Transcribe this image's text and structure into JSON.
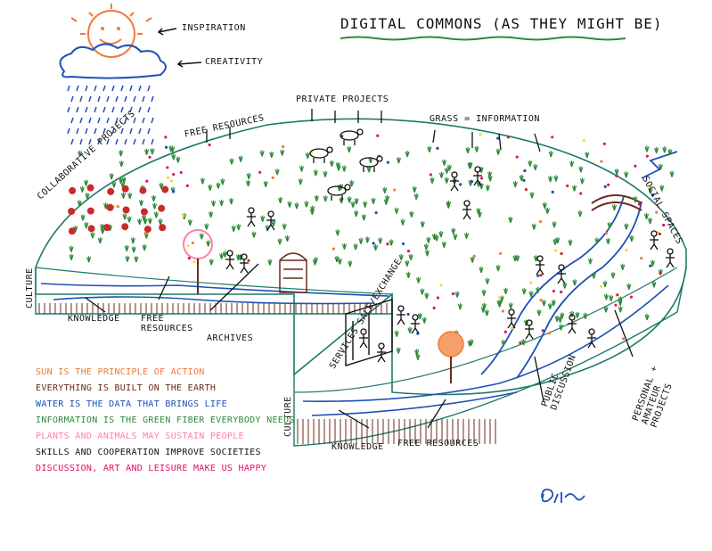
{
  "title": "DIGITAL COMMONS (AS THEY MIGHT BE)",
  "sky": {
    "inspiration": "INSPIRATION",
    "creativity": "CREATIVITY"
  },
  "top_labels": {
    "free_resources": "FREE RESOURCES",
    "private_projects": "PRIVATE PROJECTS",
    "grass_information": "GRASS = INFORMATION",
    "collaborative_projects": "COLLABORATIVE PROJECTS",
    "social_spaces": "SOCIAL SPACES"
  },
  "left_segment": {
    "culture": "CULTURE",
    "knowledge": "KNOWLEDGE",
    "free_resources": "FREE RESOURCES",
    "archives": "ARCHIVES"
  },
  "right_segment": {
    "services": "SERVICES SALE/EXCHANGE",
    "culture": "CULTURE",
    "knowledge": "KNOWLEDGE",
    "free_resources": "FREE RESOURCES",
    "public_discussion": "PUBLIC DISCUSSION",
    "personal_projects": "PERSONAL + AMATEUR PROJECTS"
  },
  "legend": [
    {
      "text": "SUN IS THE PRINCIPLE OF ACTION",
      "color": "#f07a3a"
    },
    {
      "text": "EVERYTHING IS BUILT ON THE EARTH",
      "color": "#6b2a1e"
    },
    {
      "text": "WATER IS THE DATA THAT BRINGS LIFE",
      "color": "#1f4fb5"
    },
    {
      "text": "INFORMATION IS THE GREEN FIBER EVERYBODY NEEDS",
      "color": "#2f8a3a"
    },
    {
      "text": "PLANTS AND ANIMALS MAY SUSTAIN PEOPLE",
      "color": "#ff7fa8"
    },
    {
      "text": "SKILLS AND COOPERATION IMPROVE SOCIETIES",
      "color": "#111111"
    },
    {
      "text": "DISCUSSION, ART AND LEISURE MAKE US HAPPY",
      "color": "#e0116a"
    }
  ],
  "colors": {
    "ink": "#111111",
    "sun": "#f07a3a",
    "water": "#1f4fb5",
    "grass": "#2f8a3a",
    "earth": "#6b2a1e",
    "outline": "#1e7a6a"
  }
}
